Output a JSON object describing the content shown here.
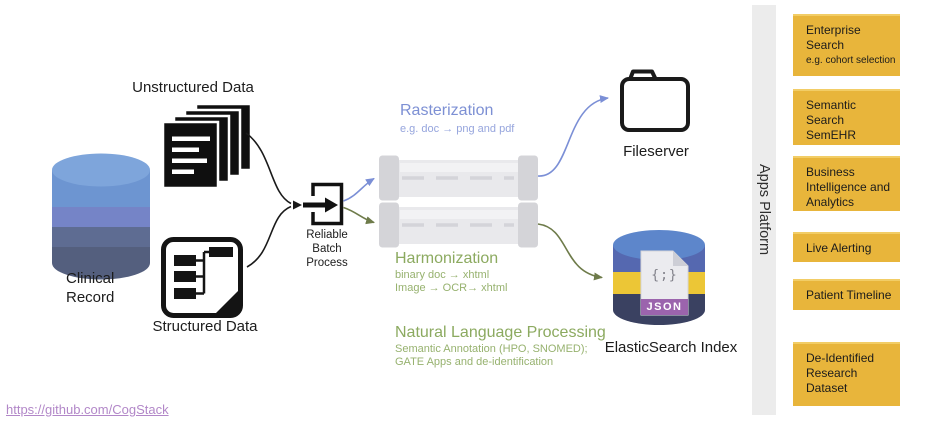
{
  "diagram": {
    "clinical_record_label": "Clinical Record",
    "unstructured_label": "Unstructured Data",
    "structured_label": "Structured Data",
    "batch_label": "Reliable Batch Process",
    "rasterization": {
      "title": "Rasterization",
      "subtitle": "e.g. doc → png and pdf"
    },
    "harmonization": {
      "title": "Harmonization",
      "line1": "binary doc → xhtml",
      "line2": "Image → OCR→ xhtml"
    },
    "nlp": {
      "title": "Natural Language Processing",
      "line1": "Semantic Annotation (HPO, SNOMED);",
      "line2": "GATE Apps and de-identification"
    },
    "fileserver_label": "Fileserver",
    "elasticsearch_label": "ElasticSearch Index",
    "json_icon": {
      "glyph": "{;}",
      "badge": "JSON"
    }
  },
  "apps_platform": {
    "label": "Apps Platform",
    "items": [
      {
        "label": "Enterprise\nSearch",
        "note": "e.g. cohort selection"
      },
      {
        "label": "Semantic\nSearch\nSemEHR"
      },
      {
        "label": "Business\nIntelligence and\nAnalytics"
      },
      {
        "label": "Live Alerting"
      },
      {
        "label": "Patient Timeline"
      },
      {
        "label": "De-Identified\nResearch\nDataset"
      }
    ]
  },
  "footer": {
    "link_text": "https://github.com/CogStack"
  },
  "colors": {
    "accent_blue": "#7d90d4",
    "accent_green": "#8caa60",
    "arrow_blue": "#7b8fd6",
    "arrow_olive": "#6e7b4a",
    "app_box_yellow": "#e8b53b",
    "platform_bar_gray": "#ececec",
    "link_purple": "#b287c8",
    "json_badge_purple": "#9b64ad",
    "clinical_db_top": "#7ea5db",
    "es_db_top": "#5d86cb",
    "es_yellow_band": "#ecc636",
    "es_navy_band": "#3a4161"
  }
}
